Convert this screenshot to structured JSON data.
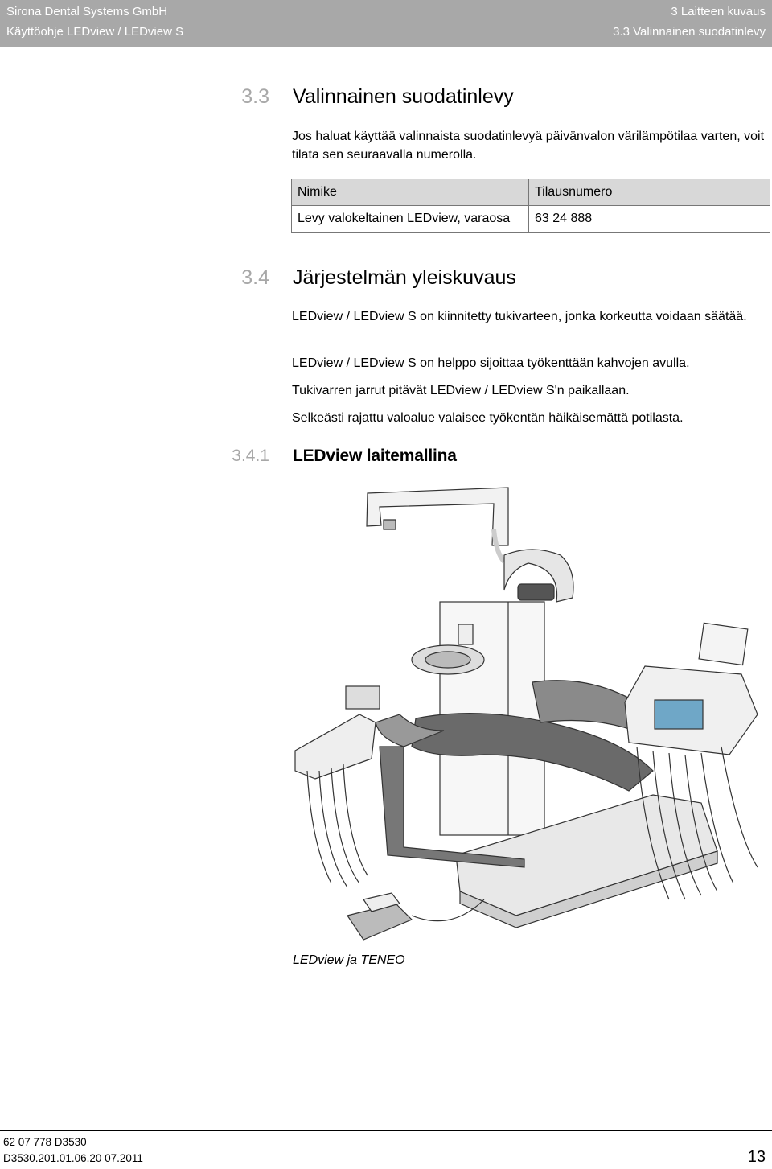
{
  "header": {
    "left_line1": "Sirona Dental Systems GmbH",
    "left_line2": "Käyttöohje LEDview / LEDview S",
    "right_line1": "3 Laitteen kuvaus",
    "right_line2": "3.3 Valinnainen suodatinlevy"
  },
  "section_3_3": {
    "number": "3.3",
    "title": "Valinnainen suodatinlevy",
    "intro": "Jos haluat käyttää valinnaista suodatinlevyä päivänvalon värilämpötilaa varten, voit tilata sen seuraavalla numerolla.",
    "table": {
      "headers": [
        "Nimike",
        "Tilausnumero"
      ],
      "rows": [
        [
          "Levy valokeltainen LEDview, varaosa",
          "63 24 888"
        ]
      ]
    }
  },
  "section_3_4": {
    "number": "3.4",
    "title": "Järjestelmän yleiskuvaus",
    "paragraphs": [
      "LEDview / LEDview S on kiinnitetty tukivarteen, jonka korkeutta voidaan säätää.",
      "LEDview / LEDview S on helppo sijoittaa työkenttään kahvojen avulla.",
      "Tukivarren jarrut pitävät LEDview / LEDview S'n paikallaan.",
      "Selkeästi rajattu valoalue valaisee työkentän häikäisemättä potilasta."
    ]
  },
  "section_3_4_1": {
    "number": "3.4.1",
    "title": "LEDview laitemallina",
    "caption": "LEDview ja TENEO"
  },
  "footer": {
    "line1": "62 07 778 D3530",
    "line2": "D3530.201.01.06.20   07.2011",
    "page": "13"
  },
  "colors": {
    "header_bg": "#a8a8a8",
    "section_number": "#a8a8a8",
    "table_header_bg": "#d8d8d8"
  }
}
